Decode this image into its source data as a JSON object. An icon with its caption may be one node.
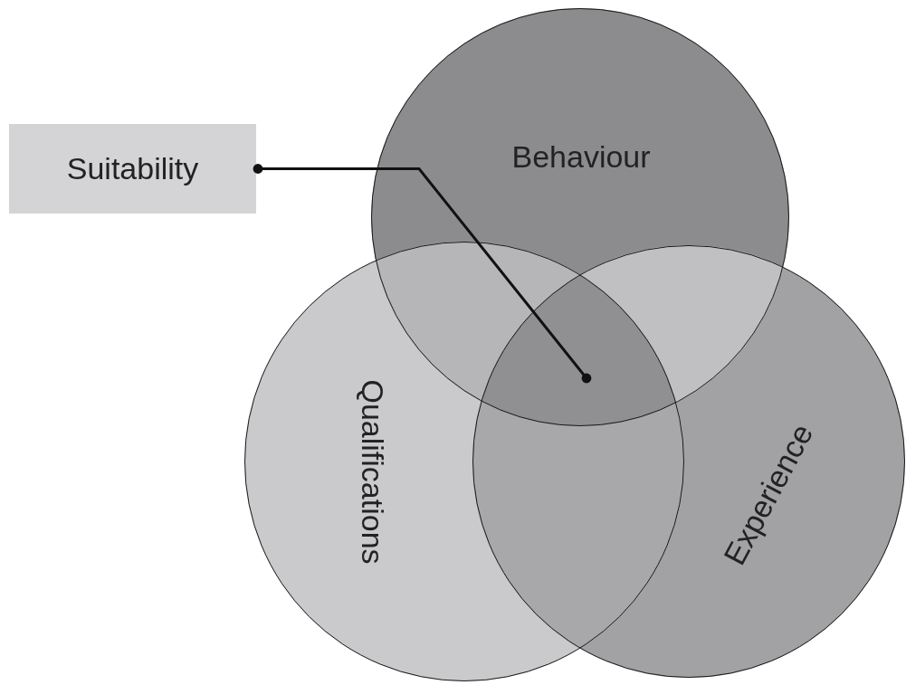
{
  "diagram": {
    "nodes": [
      {
        "text": [
          "Suitability"
        ]
      },
      {
        "text": [
          "Behaviour"
        ]
      },
      {
        "text": [
          "Qualifications"
        ]
      },
      {
        "text": [
          "Experience"
        ]
      }
    ],
    "edges": [
      {
        "from": 0,
        "to": 1,
        "arrow": "other"
      }
    ]
  }
}
